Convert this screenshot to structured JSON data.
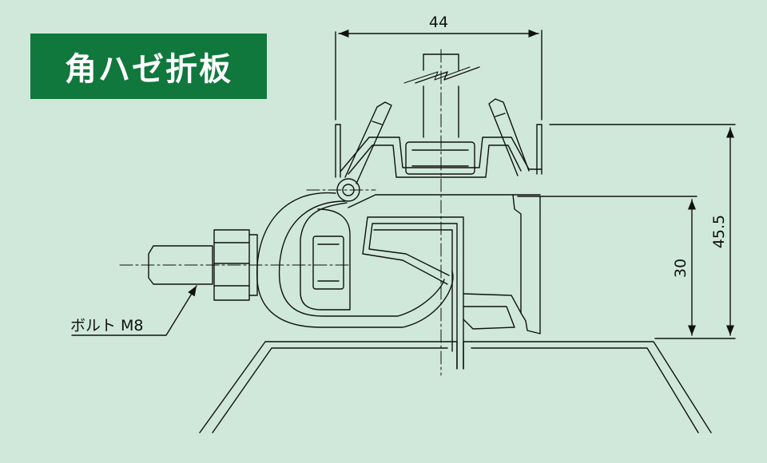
{
  "title": "角ハゼ折板",
  "dimensions": {
    "width": "44",
    "height_total": "45.5",
    "height_partial": "30"
  },
  "labels": {
    "bolt": "ボルト M8"
  },
  "colors": {
    "background": "#cfe8d9",
    "title_bg": "#10783c",
    "title_text": "#ffffff",
    "line": "#111111"
  }
}
